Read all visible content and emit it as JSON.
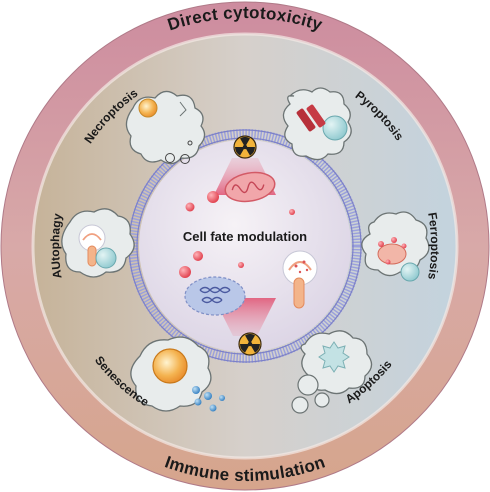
{
  "outer_ring": {
    "top_label": "Direct cytotoxicity",
    "bottom_label": "Immune stimulation"
  },
  "center_label": "Cell fate modulation",
  "cell_fates": {
    "necroptosis": "Necroptosis",
    "pyroptosis": "Pyroptosis",
    "ferroptosis": "Ferroptosis",
    "apoptosis": "Apoptosis",
    "senescence": "Senescence",
    "autophagy": "AUtophagy"
  },
  "icons": [
    "radiation-icon",
    "mitochondrion-icon",
    "nucleus-dna-icon",
    "autophagosome-icon"
  ],
  "colors": {
    "outer_ring_top": "#c98a9b",
    "outer_ring_bottom": "#d4a48c",
    "inner_disc_left": "#c7b59c",
    "inner_disc_right": "#c9d6e0",
    "membrane": "#8f8fd6",
    "radiation": "#f2b33a",
    "ros_particles": "#e8505b",
    "cell_body": "#e9ecec",
    "nucleus": "#a9d6da"
  }
}
